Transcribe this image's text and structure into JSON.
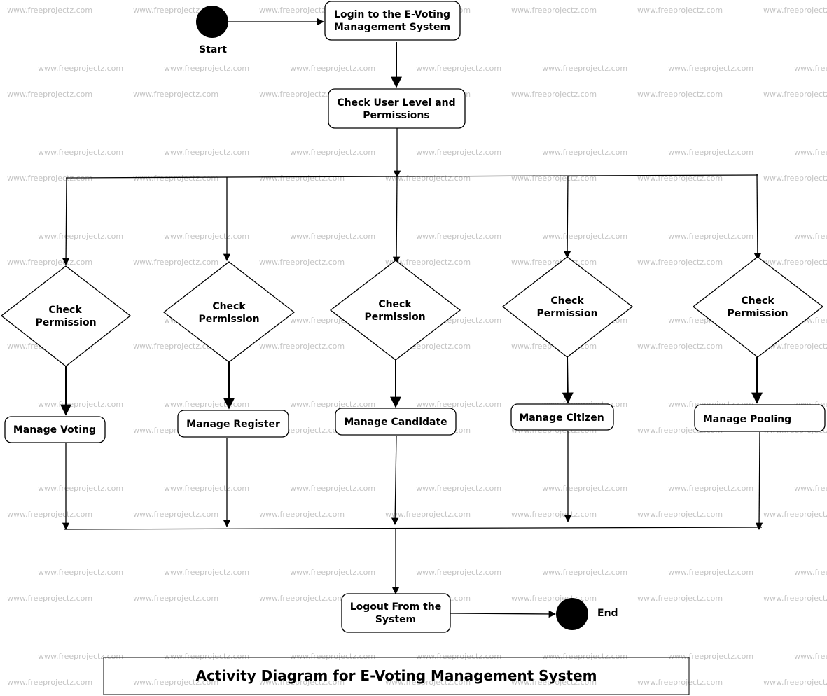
{
  "watermark": "www.freeprojectz.com",
  "start": {
    "label": "Start"
  },
  "end": {
    "label": "End"
  },
  "nodes": {
    "login": [
      "Login to the E-Voting",
      "Management System"
    ],
    "check_user": [
      "Check User Level and",
      "Permissions"
    ],
    "check_perm_1": [
      "Check",
      "Permission"
    ],
    "check_perm_2": [
      "Check",
      "Permission"
    ],
    "check_perm_3": [
      "Check",
      "Permission"
    ],
    "check_perm_4": [
      "Check",
      "Permission"
    ],
    "check_perm_5": [
      "Check",
      "Permission"
    ],
    "manage_voting": [
      "Manage Voting"
    ],
    "manage_register": [
      "Manage Register"
    ],
    "manage_candidate": [
      "Manage Candidate"
    ],
    "manage_citizen": [
      "Manage Citizen"
    ],
    "manage_pooling": [
      "Manage Pooling"
    ],
    "logout": [
      "Logout From the",
      "System"
    ]
  },
  "title": "Activity Diagram for E-Voting Management System"
}
